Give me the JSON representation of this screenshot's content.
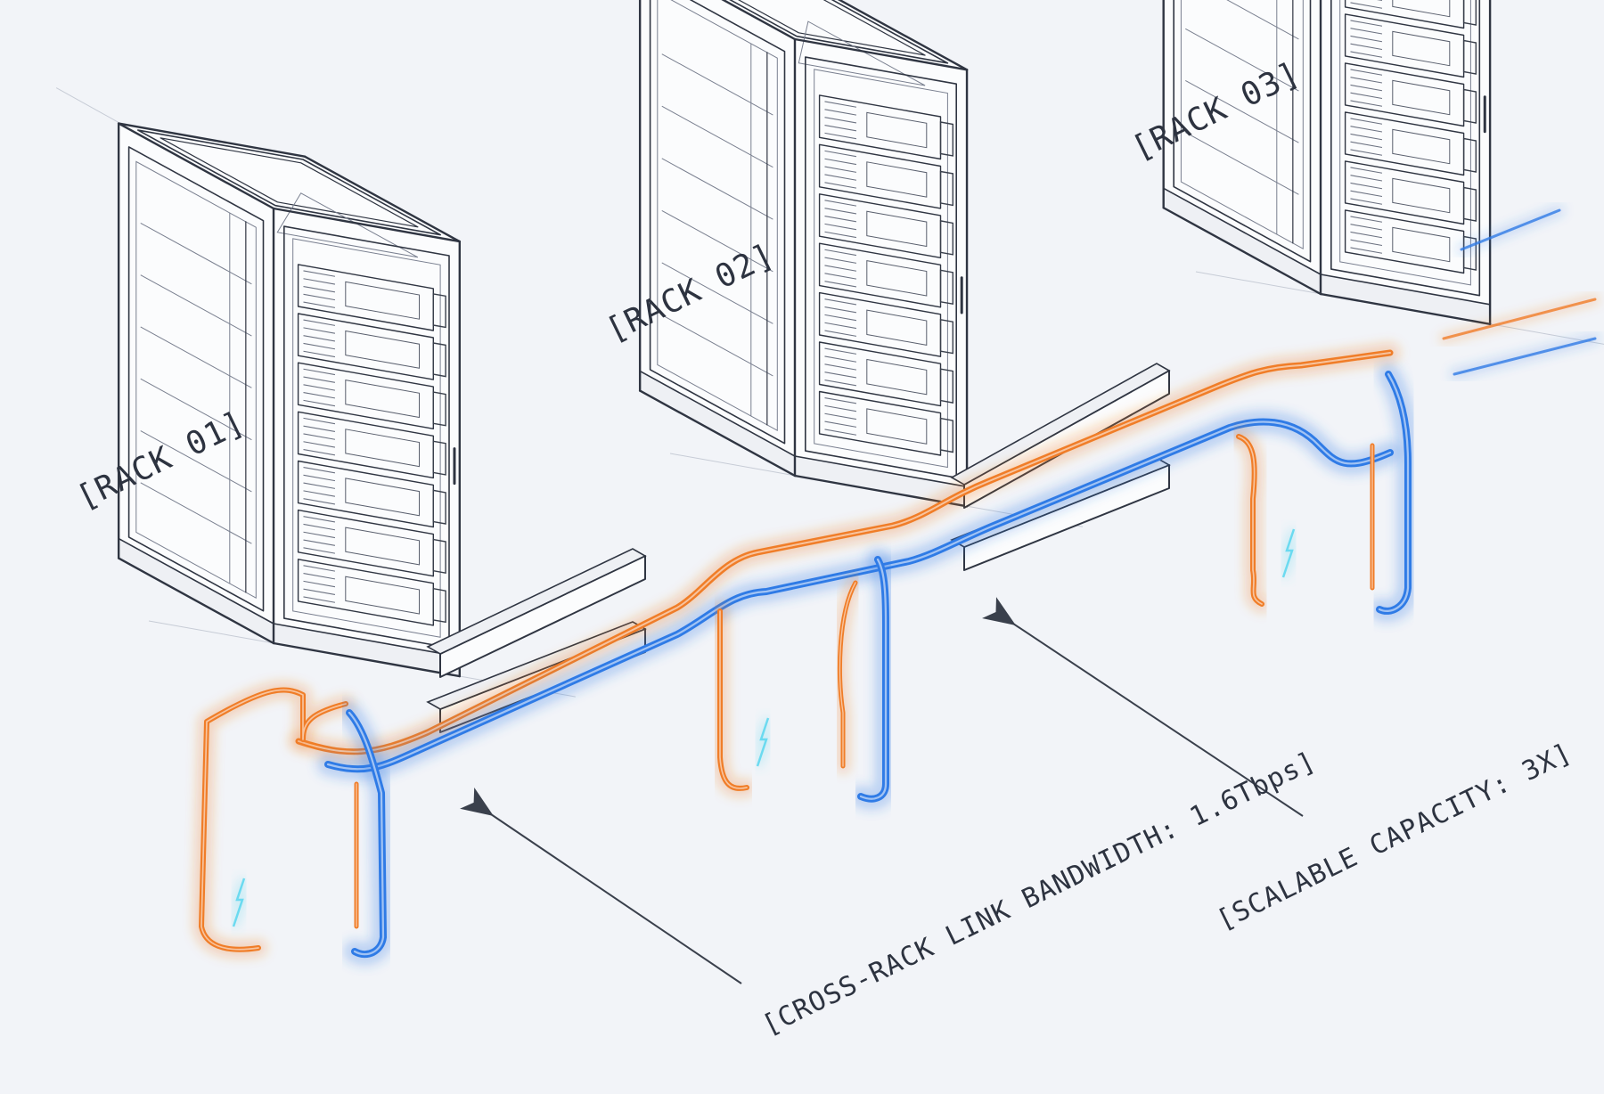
{
  "racks": [
    {
      "label": "[RACK 01]"
    },
    {
      "label": "[RACK 02]"
    },
    {
      "label": "[RACK 03]"
    }
  ],
  "callouts": {
    "bandwidth": "[CROSS-RACK LINK BANDWIDTH: 1.6Tbps]",
    "capacity": "[SCALABLE CAPACITY: 3X]"
  },
  "colors": {
    "background": "#f2f4f8",
    "line_art": "#2f3542",
    "link_orange": "#f07d28",
    "link_blue": "#2f7be6",
    "glow_cyan": "#58d6ee"
  }
}
